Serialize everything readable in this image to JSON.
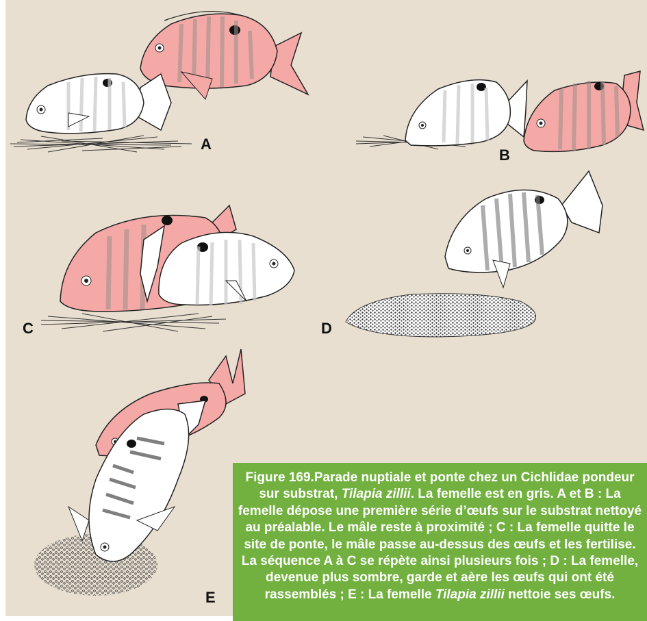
{
  "panels": {
    "a": "A",
    "b": "B",
    "c": "C",
    "d": "D",
    "e": "E"
  },
  "caption": {
    "part1": "Figure 169.Parade nuptiale et ponte chez un Cichlidae pondeur sur substrat, ",
    "species1": "Tilapia zillii",
    "part2": ". La femelle est en gris. A et B : La femelle dépose une première série d’œufs sur le substrat nettoyé au préalable. Le mâle reste à proximité ; C : La femelle quitte le site de ponte, le mâle passe au-dessus des œufs et les fertilise. La séquence A à C se répète ainsi plusieurs fois ; D : La femelle, devenue plus sombre, garde et aère les œufs qui ont été rassemblés ; E : La femelle ",
    "species2": "Tilapia zillii",
    "part3": " nettoie ses œufs."
  },
  "colors": {
    "background": "#e8dfd1",
    "male_fish": "#f4a9a7",
    "female_fish": "#ffffff",
    "caption_bg": "#72b13f",
    "caption_text": "#ffffff",
    "outline": "#222222"
  }
}
